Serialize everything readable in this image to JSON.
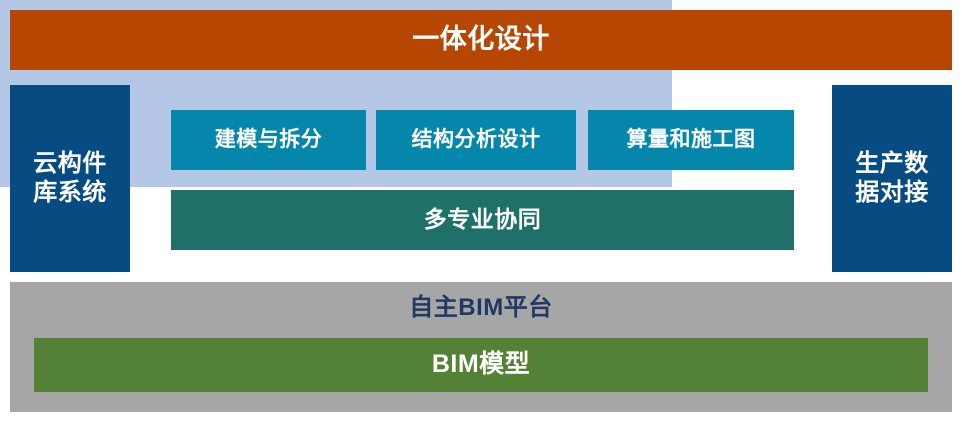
{
  "diagram": {
    "title": "一体化设计",
    "banner": {
      "label": "一体化设计",
      "color": "#b74603",
      "text_color": "#ffffff"
    },
    "pillars": [
      {
        "name": "cloud-component-library",
        "label": "云构件\n库系统",
        "color": "#064b82",
        "text_color": "#ffffff",
        "position": "left"
      },
      {
        "name": "production-data-interface",
        "label": "生产数\n据对接",
        "color": "#064b82",
        "text_color": "#ffffff",
        "position": "right"
      }
    ],
    "middle_panel": {
      "color": "#b4c7e7",
      "capabilities": [
        {
          "name": "modeling-and-splitting",
          "label": "建模与拆分",
          "color": "#0587ac",
          "text_color": "#ffffff"
        },
        {
          "name": "structural-analysis-design",
          "label": "结构分析设计",
          "color": "#0587ac",
          "text_color": "#ffffff"
        },
        {
          "name": "quantity-and-construction-drawing",
          "label": "算量和施工图",
          "color": "#0587ac",
          "text_color": "#ffffff"
        }
      ],
      "collaboration": {
        "name": "multi-discipline-collaboration",
        "label": "多专业协同",
        "color": "#1f7069",
        "text_color": "#ffffff"
      }
    },
    "platform": {
      "name": "self-developed-bim-platform",
      "label": "自主BIM平台",
      "color": "#a6a6a6",
      "text_color": "#1f3864",
      "model": {
        "name": "bim-model",
        "label": "BIM模型",
        "color": "#538135",
        "text_color": "#ffffff"
      }
    }
  }
}
